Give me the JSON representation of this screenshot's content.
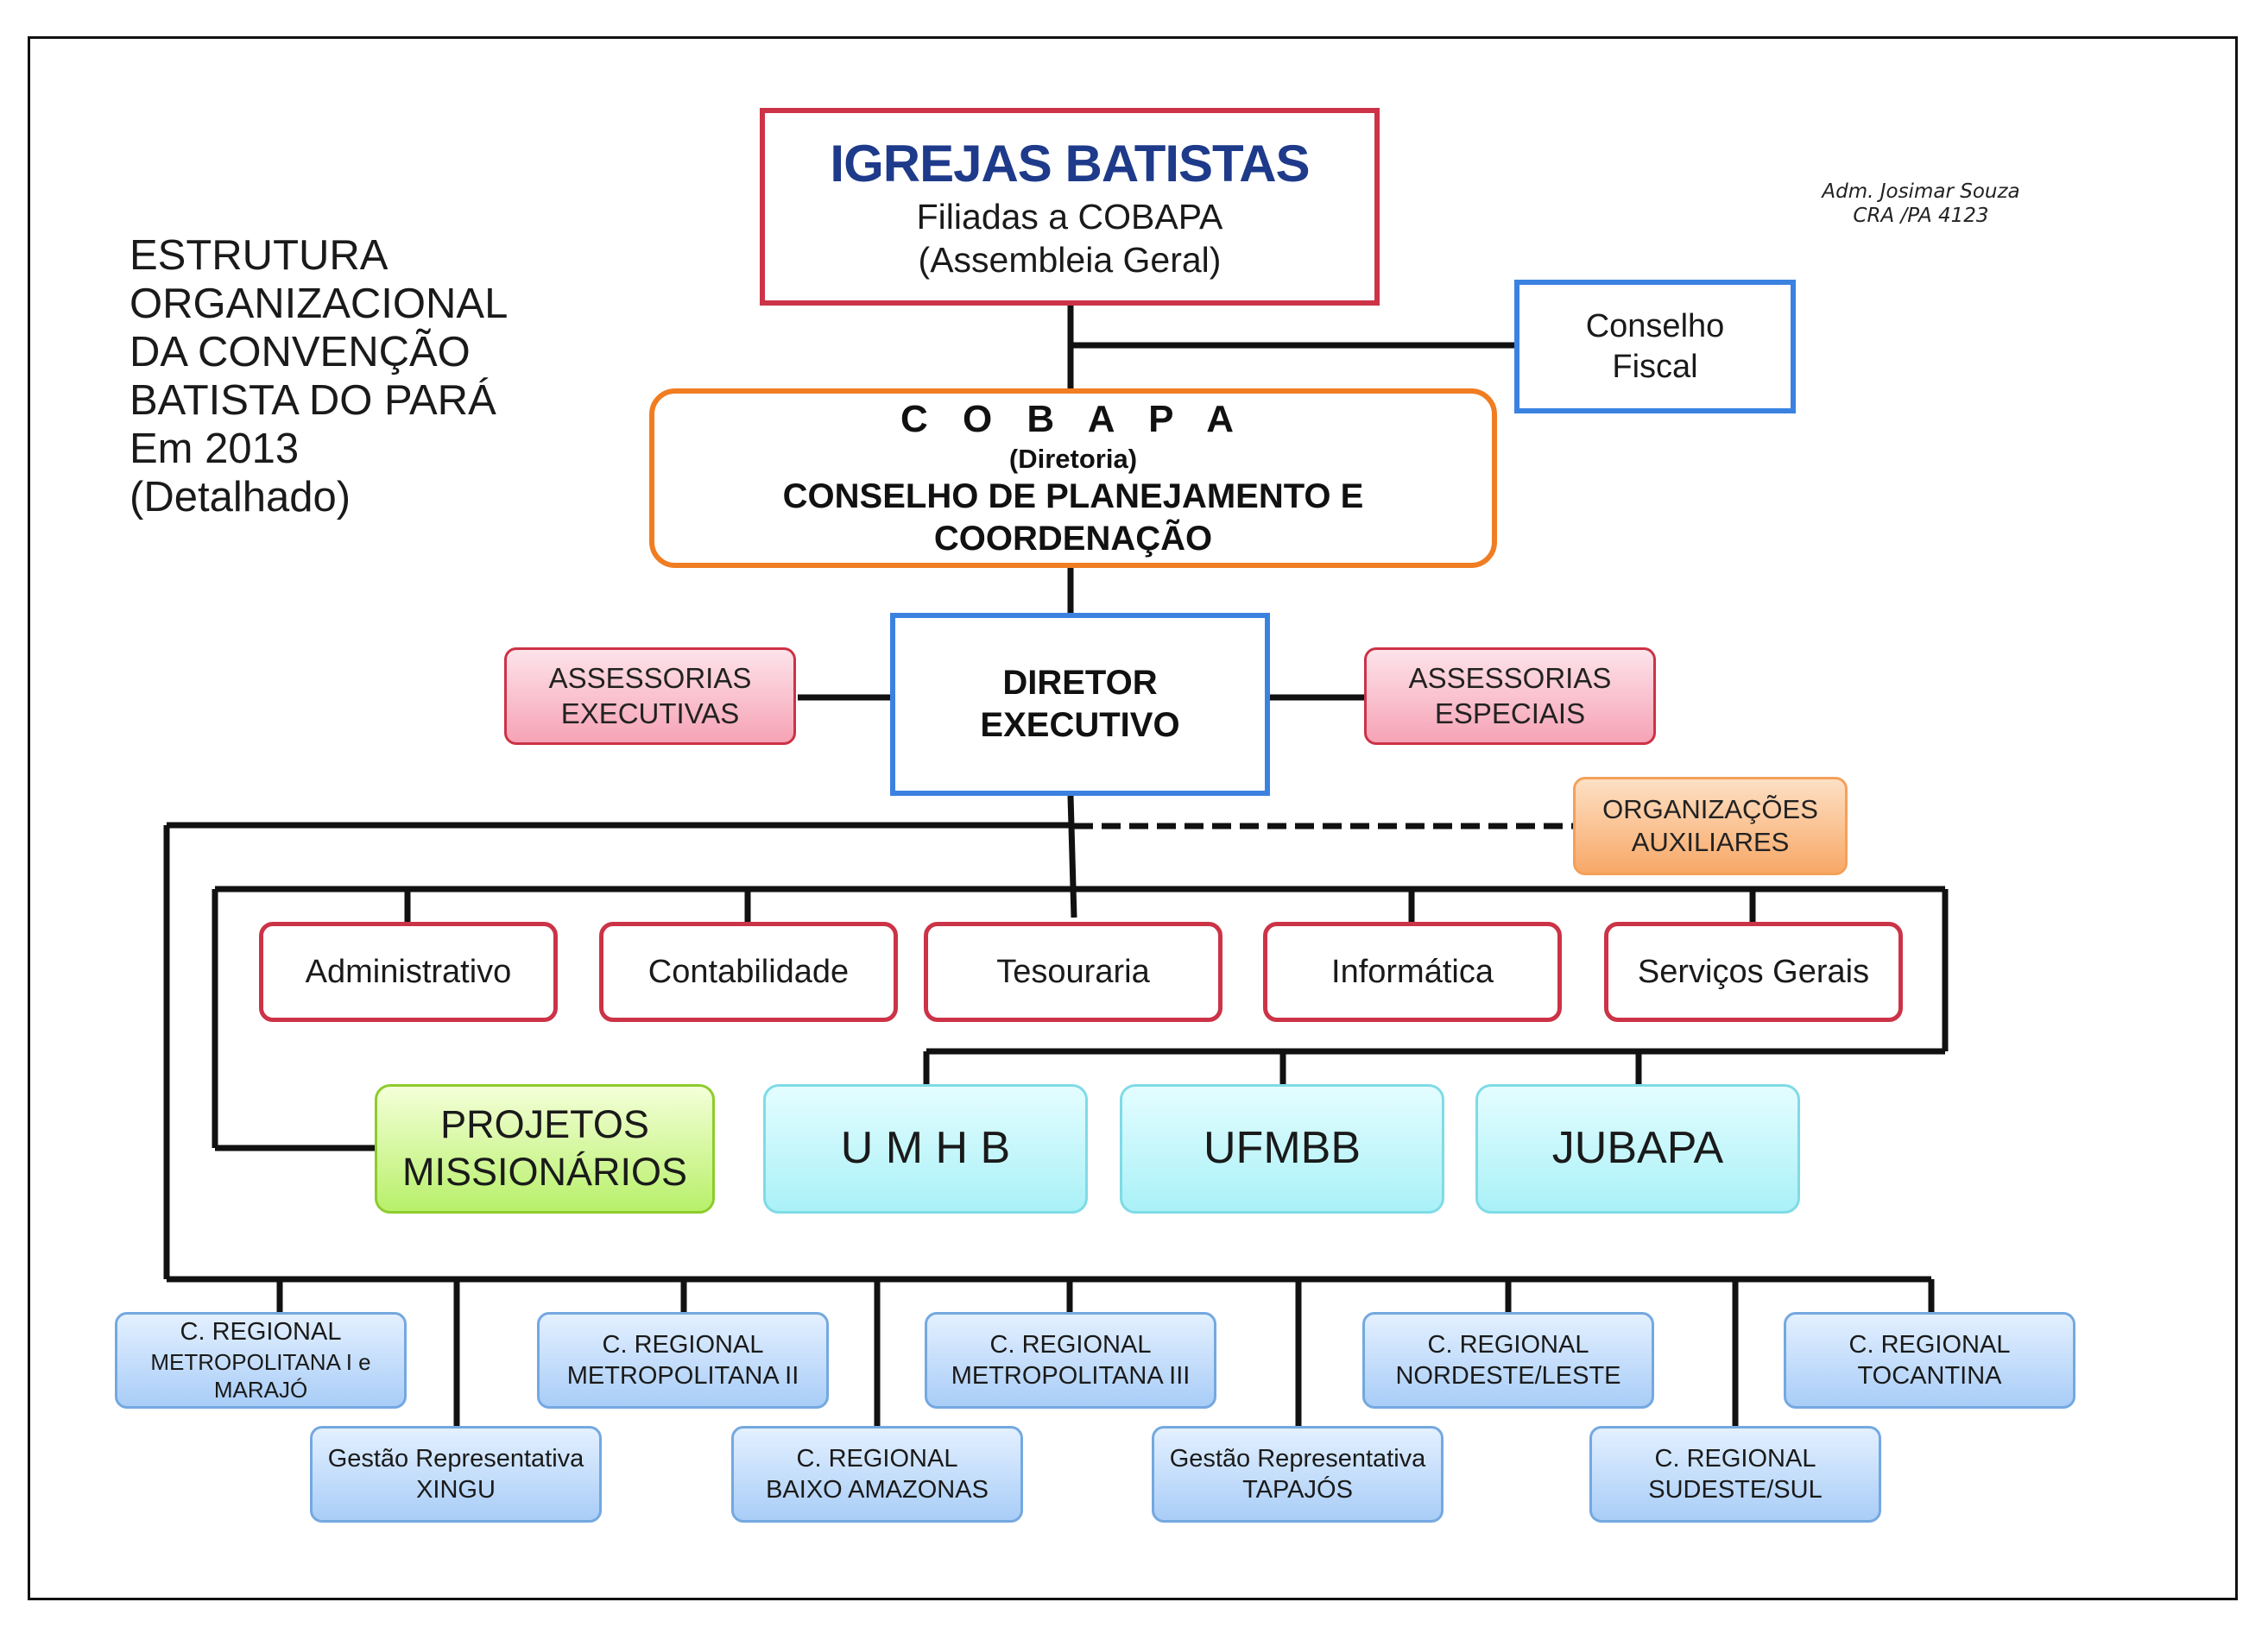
{
  "credit": {
    "line1": "Adm. Josimar Souza",
    "line2": "CRA /PA 4123"
  },
  "side_title": [
    "ESTRUTURA",
    "ORGANIZACIONAL",
    "DA CONVENÇÃO",
    "BATISTA DO PARÁ",
    "Em 2013",
    "(Detalhado)"
  ],
  "top": {
    "title": "IGREJAS BATISTAS",
    "line2": "Filiadas a COBAPA",
    "line3": "(Assembleia Geral)"
  },
  "fiscal": {
    "line1": "Conselho",
    "line2": "Fiscal"
  },
  "cobapa": {
    "title": "C O B A P A",
    "subtitle": "(Diretoria)",
    "line3": "CONSELHO DE PLANEJAMENTO E COORDENAÇÃO"
  },
  "diretor": {
    "line1": "DIRETOR",
    "line2": "EXECUTIVO"
  },
  "assess_exec": {
    "line1": "ASSESSORIAS",
    "line2": "EXECUTIVAS"
  },
  "assess_esp": {
    "line1": "ASSESSORIAS",
    "line2": "ESPECIAIS"
  },
  "orgs": {
    "line1": "ORGANIZAÇÕES",
    "line2": "AUXILIARES"
  },
  "departments": [
    "Administrativo",
    "Contabilidade",
    "Tesouraria",
    "Informática",
    "Serviços Gerais"
  ],
  "projetos": {
    "line1": "PROJETOS",
    "line2": "MISSIONÁRIOS"
  },
  "auxiliaries": [
    "U M H B",
    "UFMBB",
    "JUBAPA"
  ],
  "regionals": [
    {
      "line1": "C. REGIONAL",
      "line2": "METROPOLITANA I e MARAJÓ"
    },
    {
      "line1": "C. REGIONAL",
      "line2": "METROPOLITANA II"
    },
    {
      "line1": "C. REGIONAL",
      "line2": "METROPOLITANA III"
    },
    {
      "line1": "C. REGIONAL",
      "line2": "NORDESTE/LESTE"
    },
    {
      "line1": "C. REGIONAL",
      "line2": "TOCANTINA"
    },
    {
      "line1": "Gestão Representativa",
      "line2": "XINGU"
    },
    {
      "line1": "C. REGIONAL",
      "line2": "BAIXO AMAZONAS"
    },
    {
      "line1": "Gestão Representativa",
      "line2": "TAPAJÓS"
    },
    {
      "line1": "C. REGIONAL",
      "line2": "SUDESTE/SUL"
    }
  ],
  "colors": {
    "top_border": "#cc3347",
    "title_blue": "#1e3a8a",
    "director_border": "#3b82e0",
    "cobapa_border": "#f07d22",
    "regional_fill": "#a9cdf7",
    "aux_fill": "#a9f1f7",
    "projetos_fill": "#b8f06a",
    "assess_fill": "#f6a3b5",
    "orgs_fill": "#f8a867"
  }
}
